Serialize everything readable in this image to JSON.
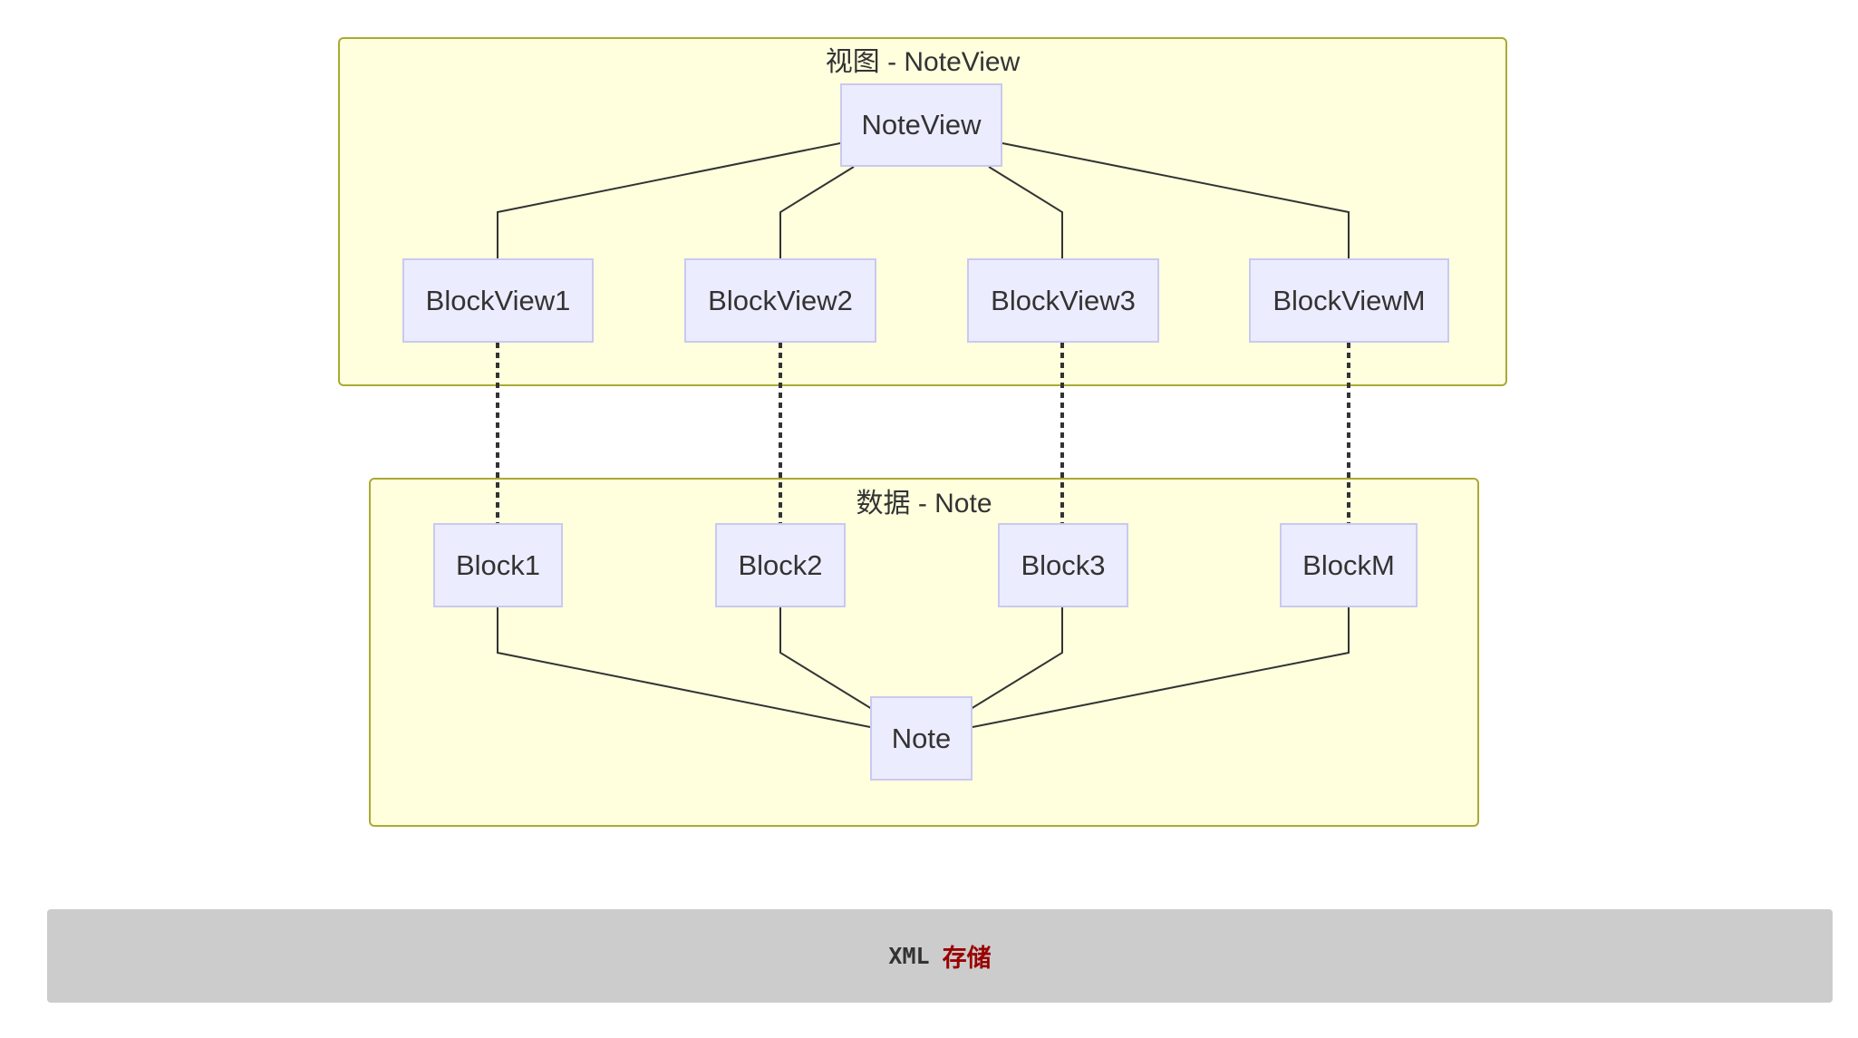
{
  "groups": {
    "view": {
      "title": "视图 - NoteView"
    },
    "data": {
      "title": "数据 - Note"
    }
  },
  "nodes": {
    "noteview": "NoteView",
    "blockviews": [
      "BlockView1",
      "BlockView2",
      "BlockView3",
      "BlockViewM"
    ],
    "blocks": [
      "Block1",
      "Block2",
      "Block3",
      "BlockM"
    ],
    "note": "Note"
  },
  "storage": {
    "code": "XML",
    "label": "存储"
  },
  "colors": {
    "group_fill": "#ffffde",
    "group_border": "#aaaa33",
    "node_fill": "#ececff",
    "node_border": "#c9c9f0",
    "edge": "#333333",
    "storage_fill": "#cccccc",
    "storage_label": "#990000"
  }
}
